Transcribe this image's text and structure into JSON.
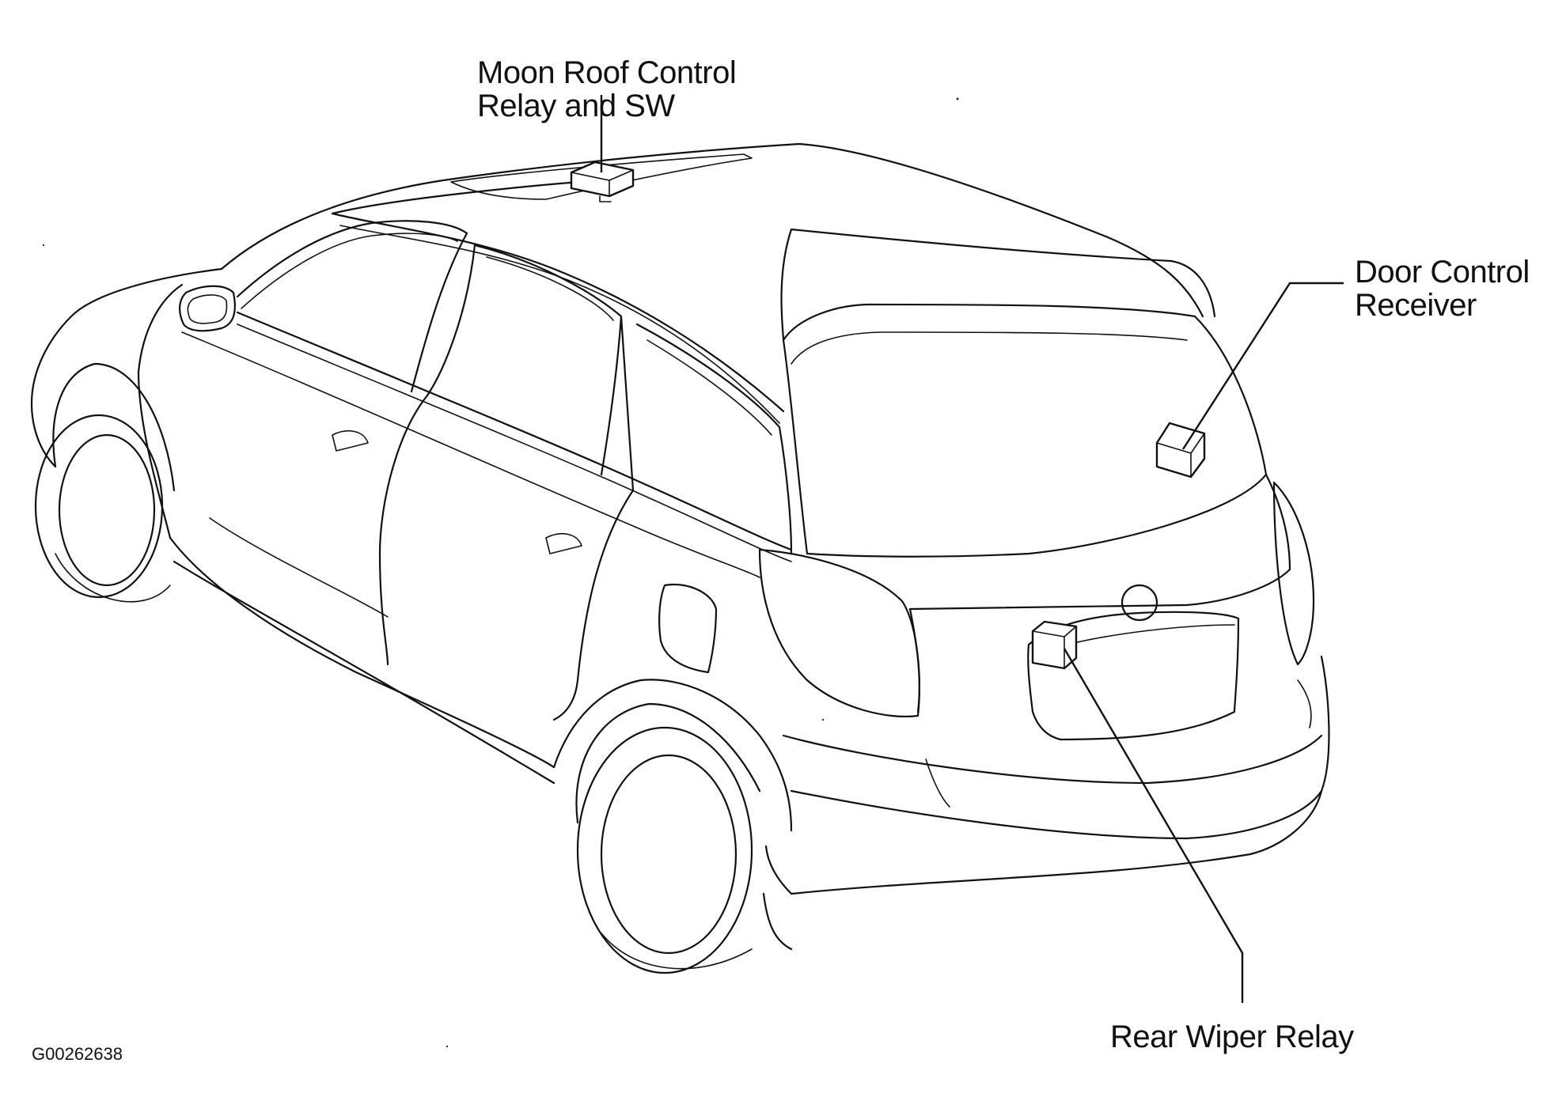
{
  "labels": {
    "moon_roof": {
      "line1": "Moon Roof Control",
      "line2": "Relay and SW"
    },
    "door_control": {
      "line1": "Door Control",
      "line2": "Receiver"
    },
    "rear_wiper": "Rear Wiper Relay"
  },
  "figure_code": "G00262638"
}
